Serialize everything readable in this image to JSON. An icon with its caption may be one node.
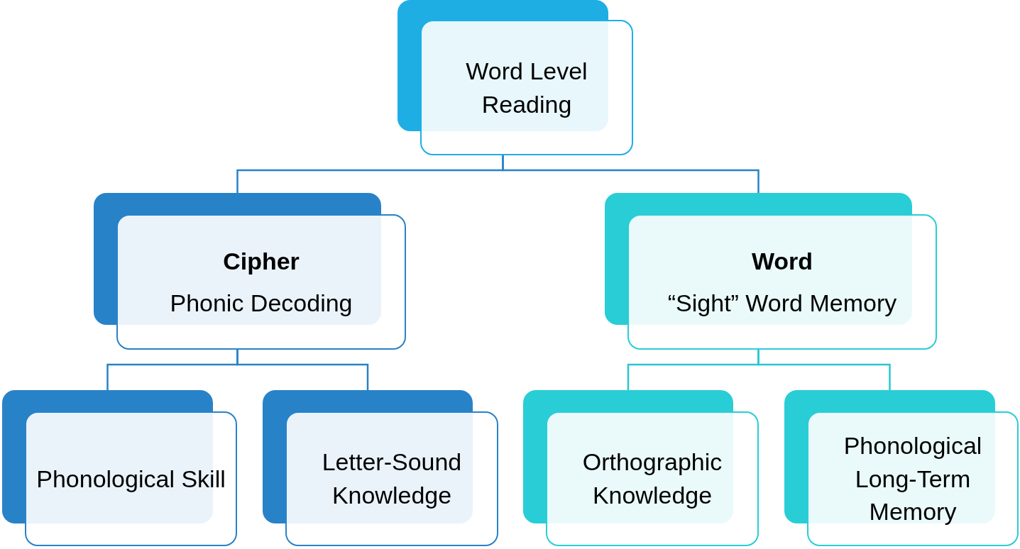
{
  "diagram": {
    "nodes": [
      {
        "text": [
          "Word Level Reading"
        ]
      },
      {
        "text": [
          "Cipher",
          "Phonic Decoding"
        ]
      },
      {
        "text": [
          "Word",
          "“Sight” Word Memory"
        ]
      },
      {
        "text": [
          "Phonological Skill"
        ]
      },
      {
        "text": [
          "Letter-Sound Knowledge"
        ]
      },
      {
        "text": [
          "Orthographic Knowledge"
        ]
      },
      {
        "text": [
          "Phonological Long-Term Memory"
        ]
      }
    ],
    "edges": [
      {
        "from": 0,
        "to": 1,
        "arrow": "none"
      },
      {
        "from": 0,
        "to": 2,
        "arrow": "none"
      },
      {
        "from": 1,
        "to": 3,
        "arrow": "none"
      },
      {
        "from": 1,
        "to": 4,
        "arrow": "none"
      },
      {
        "from": 2,
        "to": 5,
        "arrow": "none",
        "color": "#29c6d4"
      },
      {
        "from": 2,
        "to": 6,
        "arrow": "none",
        "color": "#29c6d4"
      }
    ]
  }
}
